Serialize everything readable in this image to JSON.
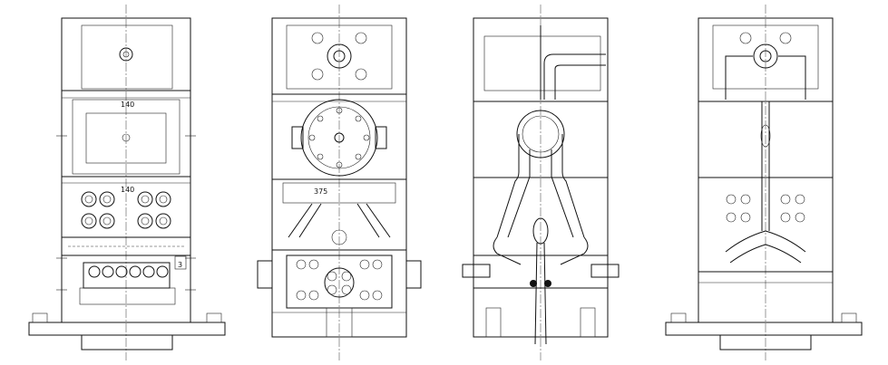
{
  "drawing": {
    "title": "",
    "stroke_color": "#111111",
    "background_color": "#ffffff",
    "views": [
      {
        "id": "view-1",
        "labels": {
          "a": "140",
          "b": "140",
          "c": "3"
        }
      },
      {
        "id": "view-2",
        "labels": {
          "a": "375"
        }
      },
      {
        "id": "view-3",
        "labels": {}
      },
      {
        "id": "view-4",
        "labels": {}
      }
    ]
  }
}
